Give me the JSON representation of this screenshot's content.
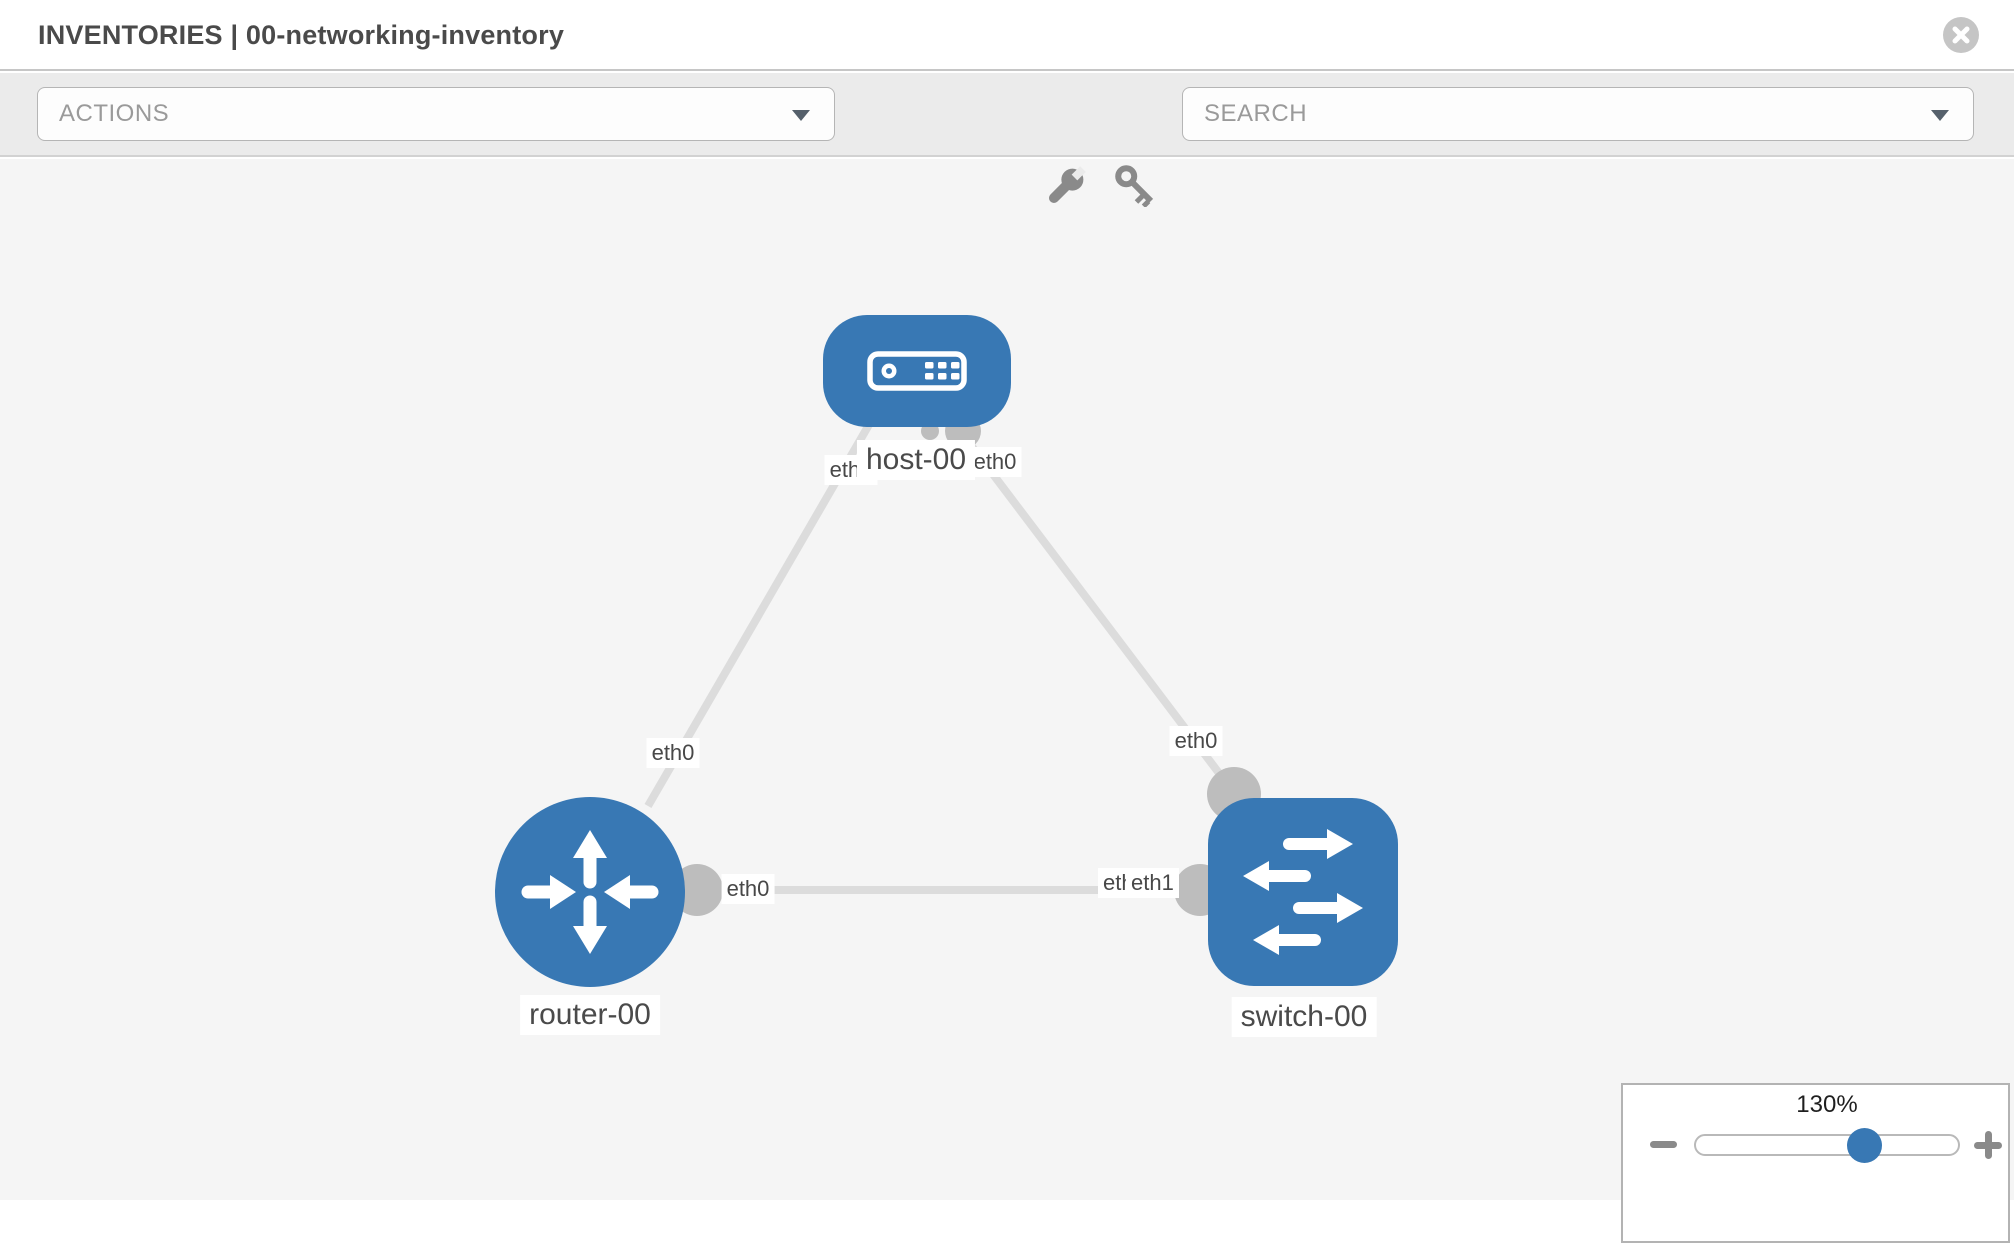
{
  "header": {
    "title": "INVENTORIES | 00-networking-inventory",
    "close_icon": "close-icon"
  },
  "toolbar": {
    "actions_label": "ACTIONS",
    "search_label": "SEARCH",
    "icons": [
      "wrench-icon",
      "key-icon",
      "caret-down-icon"
    ]
  },
  "graph": {
    "nodes": [
      {
        "name": "host-00",
        "type": "host"
      },
      {
        "name": "router-00",
        "type": "router"
      },
      {
        "name": "switch-00",
        "type": "switch"
      }
    ],
    "links": [
      {
        "from": "host-00",
        "from_iface": "eth0",
        "to": "router-00",
        "to_iface": "eth0"
      },
      {
        "from": "host-00",
        "from_iface": "eth0",
        "to": "switch-00",
        "to_iface": "eth0"
      },
      {
        "from": "router-00",
        "from_iface": "eth0",
        "to": "switch-00",
        "to_iface": "eth1"
      }
    ],
    "overlapped_iface_label": "eth1"
  },
  "zoom_control": {
    "level": "130%",
    "minus_icon": "zoom-out-icon",
    "plus_icon": "zoom-in-icon"
  },
  "colors": {
    "node_blue": "#3878b4",
    "link_gray": "#dcdcdc",
    "endpoint_gray": "#bdbdbd",
    "canvas_bg": "#f5f5f5",
    "toolbar_bg": "#ebebeb"
  }
}
